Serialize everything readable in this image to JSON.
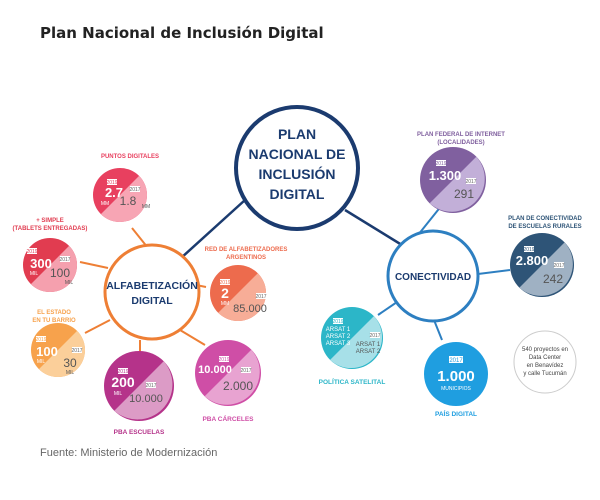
{
  "title": "Plan Nacional de Inclusión Digital",
  "source": "Fuente: Ministerio de Modernización",
  "center": {
    "lines": [
      "PLAN",
      "NACIONAL DE",
      "INCLUSIÓN",
      "DIGITAL"
    ]
  },
  "hubs": {
    "alfabetizacion": {
      "lines": [
        "ALFABETIZACIÓN",
        "DIGITAL"
      ]
    },
    "conectividad": {
      "label": "CONECTIVIDAD"
    }
  },
  "colors": {
    "navy": "#1b3b6f",
    "orange": "#ee7f35",
    "blue": "#2d7fc1",
    "puntos": "#e8405f",
    "simple": "#e13c50",
    "red_alfa": "#ed6b4d",
    "barrio": "#f7a24c",
    "escuelas": "#b5338a",
    "carceles": "#cf4ea6",
    "plan_federal": "#80609f",
    "escuelas_rurales": "#2e5477",
    "satelital": "#2cb6c8",
    "pais_digital": "#1f9ee0"
  },
  "items": {
    "puntos": {
      "label": [
        "PUNTOS DIGITALES"
      ],
      "y2019": "2019",
      "v2019": "2.7",
      "u2019": "MM",
      "y2017": "2017",
      "v2017": "1.8",
      "u2017": "MM"
    },
    "simple": {
      "label": [
        "+ SIMPLE",
        "(TABLETS ENTREGADAS)"
      ],
      "y2019": "2019",
      "v2019": "300",
      "u2019": "MIL",
      "y2017": "2017",
      "v2017": "100",
      "u2017": "MIL"
    },
    "red": {
      "label": [
        "RED DE ALFABETIZADORES",
        "ARGENTINOS"
      ],
      "y2019": "2019",
      "v2019": "2",
      "u2019": "MM",
      "y2017": "2017",
      "v2017": "85.000",
      "u2017": ""
    },
    "barrio": {
      "label": [
        "EL ESTADO",
        "EN TU BARRIO"
      ],
      "y2019": "2019",
      "v2019": "100",
      "u2019": "MIL",
      "y2017": "2017",
      "v2017": "30",
      "u2017": "MIL"
    },
    "escuelas": {
      "label": [
        "PBA ESCUELAS"
      ],
      "y2019": "2019",
      "v2019": "200",
      "u2019": "MIL",
      "y2017": "2017",
      "v2017": "10.000",
      "u2017": ""
    },
    "carceles": {
      "label": [
        "PBA CÁRCELES"
      ],
      "y2019": "2019",
      "v2019": "10.000",
      "u2019": "",
      "y2017": "2017",
      "v2017": "2.000",
      "u2017": ""
    },
    "federal": {
      "label": [
        "PLAN FEDERAL DE INTERNET",
        "(LOCALIDADES)"
      ],
      "y2019": "2019",
      "v2019": "1.300",
      "u2019": "",
      "y2017": "2017",
      "v2017": "291",
      "u2017": ""
    },
    "rurales": {
      "label": [
        "PLAN DE CONECTIVIDAD",
        "DE ESCUELAS RURALES"
      ],
      "y2019": "2019",
      "v2019": "2.800",
      "u2019": "",
      "y2017": "2017",
      "v2017": "242",
      "u2017": ""
    },
    "satelital": {
      "label": [
        "POLÍTICA SATELITAL"
      ],
      "y2019": "2019",
      "v2019": [
        "ARSAT 1",
        "ARSAT 2",
        "ARSAT 3"
      ],
      "y2017": "2017",
      "v2017": [
        "ARSAT 1",
        "ARSAT 2"
      ]
    },
    "pais": {
      "label": [
        "PAÍS DIGITAL"
      ],
      "year": "2017",
      "value": "1.000",
      "unit": "MUNICIPIOS"
    }
  },
  "datacenter": {
    "lines": [
      "540 proyectos en",
      "Data Center",
      "en Benavídez",
      "y calle Tucumán"
    ]
  }
}
